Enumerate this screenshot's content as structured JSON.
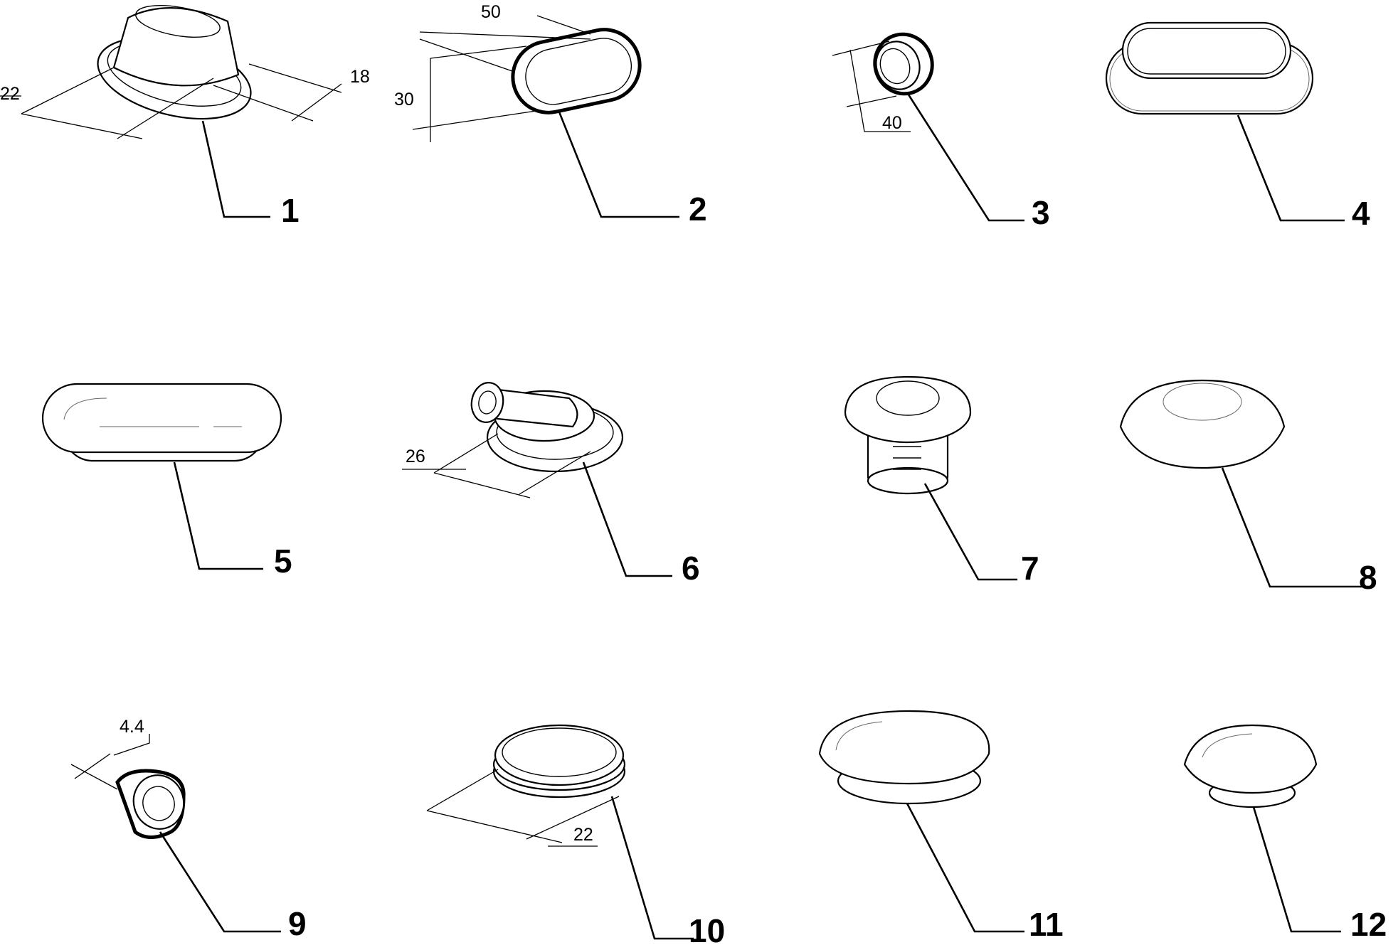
{
  "callouts": [
    "1",
    "2",
    "3",
    "4",
    "5",
    "6",
    "7",
    "8",
    "9",
    "10",
    "11",
    "12"
  ],
  "dimensions": {
    "p1_left": "22",
    "p1_right": "18",
    "p2_top": "50",
    "p2_side": "30",
    "p3": "40",
    "p6": "26",
    "p9": "4.4",
    "p10": "22"
  }
}
